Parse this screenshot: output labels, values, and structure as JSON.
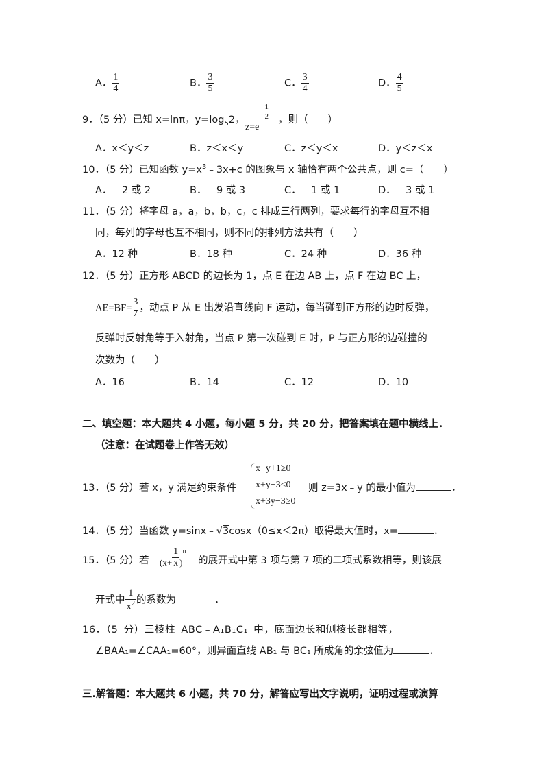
{
  "q8_options": {
    "A": {
      "label": "A．",
      "num": "1",
      "den": "4"
    },
    "B": {
      "label": "B．",
      "num": "3",
      "den": "5"
    },
    "C": {
      "label": "C．",
      "num": "3",
      "den": "4"
    },
    "D": {
      "label": "D．",
      "num": "4",
      "den": "5"
    }
  },
  "q9": {
    "stem_a": "9．（5 分）已知 x=lnπ，y=log",
    "sub5": "5",
    "stem_b": "2，",
    "z_eq": "z=e",
    "exp_sign": "−",
    "exp_num": "1",
    "exp_den": "2",
    "stem_c": "，则（　　）",
    "options": [
      "A．x＜y＜z",
      "B．z＜x＜y",
      "C．z＜y＜x",
      "D．y＜z＜x"
    ]
  },
  "q10": {
    "stem_a": "10．（5 分）已知函数 y=x",
    "sup3": "3",
    "stem_b": "﹣3x+c 的图象与 x 轴恰有两个公共点，则 c=（　　）",
    "options": [
      "A．﹣2 或 2",
      "B．﹣9 或 3",
      "C．﹣1 或 1",
      "D．﹣3 或 1"
    ]
  },
  "q11": {
    "line1": "11．（5 分）将字母 a，a，b，b，c，c 排成三行两列，要求每行的字母互不相",
    "line2": "同，每列的字母也互不相同，则不同的排列方法共有（　　）",
    "options": [
      "A．12 种",
      "B．18 种",
      "C．24 种",
      "D．36 种"
    ]
  },
  "q12": {
    "line1": "12．（5 分）正方形 ABCD 的边长为 1，点 E 在边 AB 上，点 F 在边 BC 上，",
    "ae_bf": "AE=BF=",
    "frac_num": "3",
    "frac_den": "7",
    "line2_rest": "，动点 P 从 E 出发沿直线向 F 运动，每当碰到正方形的边时反弹，",
    "line3": "反弹时反射角等于入射角，当点 P 第一次碰到 E 时，P 与正方形的边碰撞的",
    "line4": "次数为（　　）",
    "options": [
      "A．16",
      "B．14",
      "C．12",
      "D．10"
    ]
  },
  "section2": {
    "line1": "二、填空题：本大题共 4 小题，每小题 5 分，共 20 分，把答案填在题中横线上．",
    "line2": "（注意：在试题卷上作答无效）"
  },
  "q13": {
    "stem_a": "13．（5 分）若 x，y 满足约束条件",
    "sys": [
      "x−y+1≥0",
      "x+y−3≤0",
      "x+3y−3≥0"
    ],
    "stem_b": "则 z=3x﹣y 的最小值为",
    "end": "．"
  },
  "q14": {
    "stem_a": "14．（5 分）当函数 y=sinx﹣",
    "sqrt_arg": "3",
    "stem_b": "cosx（0≤x＜2π）取得最大值时，x=",
    "end": "．"
  },
  "q15": {
    "stem_a": "15．（5 分）若",
    "expr_x": "(x+",
    "frac_num": "1",
    "frac_den": "x",
    "expr_close": ")",
    "exp_n": "n",
    "stem_b": "的展开式中第 3 项与第 7 项的二项式系数相等，则该展",
    "line2_a": "开式中",
    "l2_num": "1",
    "l2_den": "x",
    "l2_den_sup": "2",
    "line2_b": "的系数为",
    "end": "．"
  },
  "q16": {
    "line1": "16．（5 分）三棱柱 ABC﹣A₁B₁C₁ 中，底面边长和侧棱长都相等，",
    "line2_a": "∠BAA₁=∠CAA₁=60°，则异面直线 AB₁ 与 BC₁ 所成角的余弦值为",
    "end": "．"
  },
  "section3": {
    "line1": "三.解答题：本大题共 6 小题，共 70 分，解答应写出文字说明，证明过程或演算"
  }
}
